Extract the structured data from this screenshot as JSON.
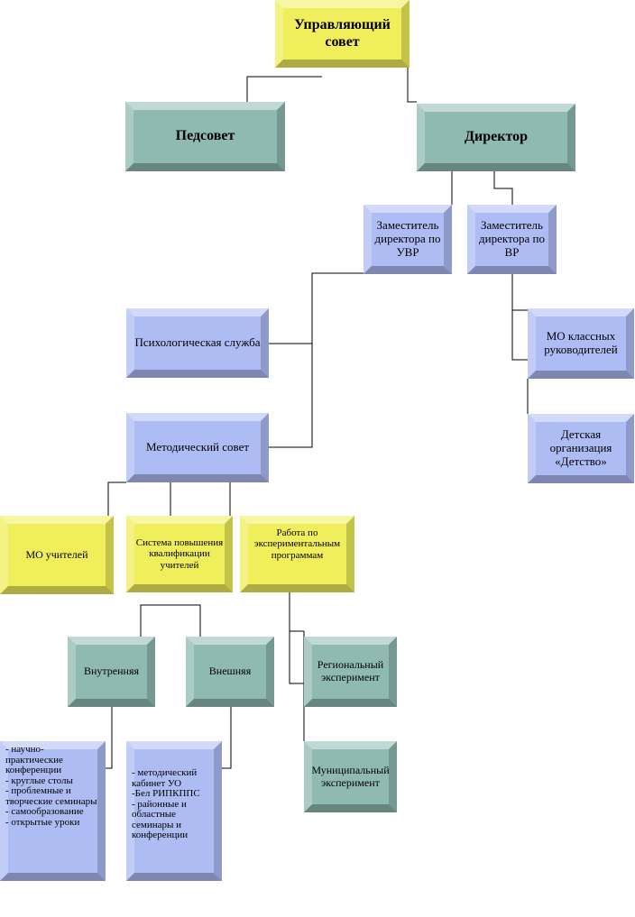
{
  "nodes": {
    "council": "Управляющий совет",
    "pedsovet": "Педсовет",
    "director": "Директор",
    "deputy_uvr": "Заместитель директора по УВР",
    "deputy_vr": "Заместитель директора по ВР",
    "psych": "Психологическая служба",
    "mo_class": "МО классных руководителей",
    "method": "Методический совет",
    "org": "Детская организация «Детство»",
    "mo_teachers": "МО учителей",
    "qualification": "Система повышения квалификации учителей",
    "experimental": "Работа по экспериментальным программам",
    "internal": "Внутренняя",
    "external": "Внешняя",
    "regional": "Региональный эксперимент",
    "municipal": "Муниципальный эксперимент",
    "internal_list": "- научно-практические конференции\n- круглые столы\n- проблемные и творческие семинары\n- самообразование\n- открытые уроки",
    "external_list": "- методический кабинет УО\n-Бел РИПКППС\n- районные и областные семинары и конференции"
  },
  "colors": {
    "yellow": "#f0ee5a",
    "teal": "#8fbab2",
    "blue": "#aebcf4"
  }
}
